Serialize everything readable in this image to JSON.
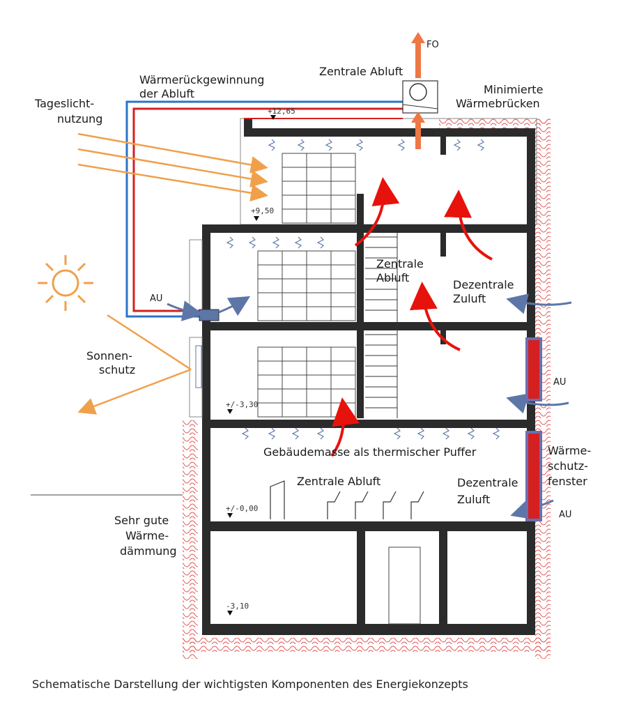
{
  "labels": {
    "fo": "FO",
    "zentrale_abluft_top": "Zentrale Abluft",
    "waermerueck_1": "Wärmerückgewinnung",
    "waermerueck_2": "der Abluft",
    "minimierte_1": "Minimierte",
    "minimierte_2": "Wärmebrücken",
    "tageslicht_1": "Tageslicht-",
    "tageslicht_2": "nutzung",
    "zentrale_abluft_mid_1": "Zentrale",
    "zentrale_abluft_mid_2": "Abluft",
    "dezentrale_mid_1": "Dezentrale",
    "dezentrale_mid_2": "Zuluft",
    "au_left": "AU",
    "au_right_mid": "AU",
    "au_right_low": "AU",
    "sonnenschutz_1": "Sonnen-",
    "sonnenschutz_2": "schutz",
    "gebaeudemasse": "Gebäudemasse als thermischer Puffer",
    "zentrale_abluft_ground": "Zentrale Abluft",
    "dezentrale_low_1": "Dezentrale",
    "dezentrale_low_2": "Zuluft",
    "waermeschutz_1": "Wärme-",
    "waermeschutz_2": "schutz-",
    "waermeschutz_3": "fenster",
    "daemmung_1": "Sehr gute",
    "daemmung_2": "Wärme-",
    "daemmung_3": "dämmung"
  },
  "levels": {
    "roof": "+12,65",
    "third": "+9,50",
    "second": "+/-3,30",
    "ground": "+/-0,00",
    "basement": "-3,10"
  },
  "caption": "Schematische Darstellung der wichtigsten Komponenten des Energiekonzepts",
  "colors": {
    "wall": "#2b2b2b",
    "heat_arrow": "#e8120c",
    "light_arrow": "#f0a04b",
    "air_arrow": "#5c76a8",
    "insulation": "#e05050",
    "duct_red": "#d42020",
    "duct_blue": "#2a73c8",
    "window_frame": "#6a6fb0"
  }
}
